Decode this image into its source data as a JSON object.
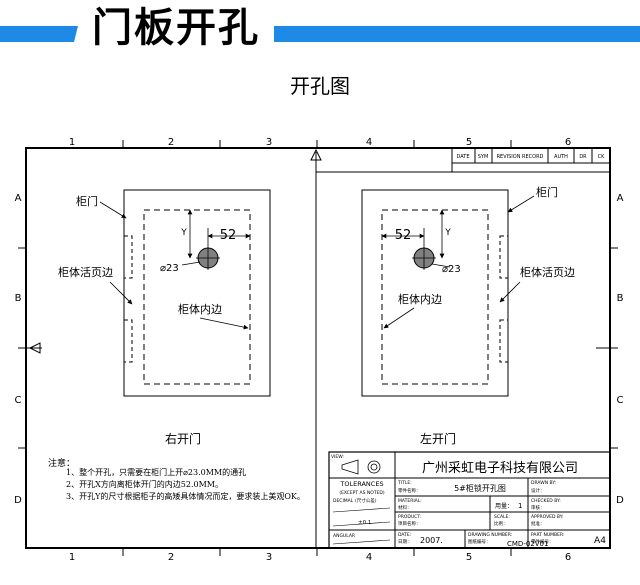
{
  "header": {
    "title": "门板开孔",
    "accent_color": "#1f8ae6"
  },
  "subtitle": "开孔图",
  "grid": {
    "columns": [
      "1",
      "2",
      "3",
      "4",
      "5",
      "6"
    ],
    "rows": [
      "A",
      "B",
      "C",
      "D"
    ]
  },
  "revision_table": [
    "DATE",
    "SYM",
    "REVISION RECORD",
    "AUTH",
    "DR",
    "CK"
  ],
  "left_view": {
    "label_door": "柜门",
    "label_hinge": "柜体活页边",
    "label_inner": "柜体内边",
    "dim_52": "52",
    "dim_y": "Y",
    "dim_dia": "⌀23",
    "caption": "右开门"
  },
  "right_view": {
    "label_door": "柜门",
    "label_hinge": "柜体活页边",
    "label_inner": "柜体内边",
    "dim_52": "52",
    "dim_y": "Y",
    "dim_dia": "⌀23",
    "caption": "左开门"
  },
  "notes": {
    "title": "注意：",
    "items": [
      "1、整个开孔，只需要在柜门上开⌀23.0MM的通孔",
      "2、开孔X方向离柜体开门的内边52.0MM。",
      "3、开孔Y的尺寸根据柜子的高矮具体情况而定，要求装上美观OK。"
    ]
  },
  "title_block": {
    "view": "VIEW:",
    "company": "广州采虹电子科技有限公司",
    "tolerances": "TOLERANCES",
    "except_noted": "(EXCEPT AS NOTED)",
    "decimal": "DECIMAL",
    "decimal_note": "(尺寸公差)",
    "tol_value": "±0.1",
    "angular": "ANGULAR",
    "title_label": "TITLE:",
    "title_sub": "零件名称：",
    "drawing_title": "5#柜锁开孔图",
    "material_label": "MATERIAL:",
    "material_sub": "材料：",
    "qty_label": "用量：",
    "qty_value": "1",
    "product_label": "PRODUCT:",
    "product_sub": "项目名称：",
    "scale_label": "SCALE:",
    "scale_sub": "比例：",
    "drawn_by": "DRAWN BY:",
    "drawn_sub": "设计：",
    "checked_by": "CHECKED BY:",
    "checked_sub": "审核：",
    "approved_by": "APPROVED BY:",
    "approved_sub": "批准：",
    "date_label": "DATE:",
    "date_sub": "日期：",
    "date_value": "2007.",
    "drawing_no_label": "DRAWING NUMBER:",
    "drawing_no_sub": "图纸编号：",
    "part_label": "PART NUMBER:",
    "part_sub": "零件编号：",
    "part_value": "A4",
    "drawing_no": "CMD-02V01",
    "sheet": "A4"
  },
  "colors": {
    "line": "#000000",
    "hole": "#808080",
    "accent": "#1f8ae6"
  }
}
